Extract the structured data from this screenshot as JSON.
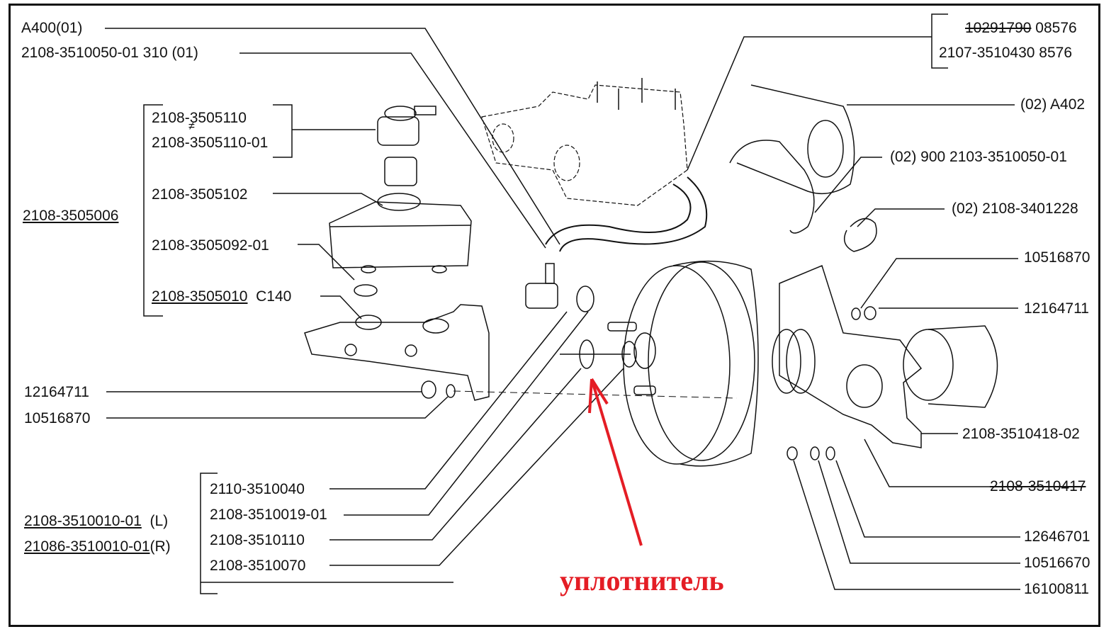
{
  "diagram": {
    "title": "Brake master cylinder and vacuum booster exploded view",
    "labels_left": [
      {
        "id": "a400",
        "text": "A400(01)"
      },
      {
        "id": "hose",
        "text": "2108-3510050-01  310 (01)"
      },
      {
        "id": "cap1",
        "text": "2108-3505110"
      },
      {
        "id": "cap2",
        "text": "2108-3505110-01"
      },
      {
        "id": "reservoir-group",
        "text": "2108-3505006"
      },
      {
        "id": "neck",
        "text": "2108-3505102"
      },
      {
        "id": "grommet",
        "text": "2108-3505092-01"
      },
      {
        "id": "master-cyl",
        "text": "2108-3505010",
        "suffix": "C140"
      },
      {
        "id": "nut-left",
        "text": "12164711"
      },
      {
        "id": "washer-left",
        "text": "10516870"
      },
      {
        "id": "booster-l",
        "text": "2108-3510010-01",
        "suffix": "(L)"
      },
      {
        "id": "booster-r",
        "text": "21086-3510010-01",
        "suffix": "(R)"
      },
      {
        "id": "p1",
        "text": "2110-3510040"
      },
      {
        "id": "p2",
        "text": "2108-3510019-01"
      },
      {
        "id": "p3",
        "text": "2108-3510110"
      },
      {
        "id": "p4",
        "text": "2108-3510070"
      }
    ],
    "labels_right": [
      {
        "id": "valve1",
        "text": "10291790",
        "suffix": "08576",
        "struck": true
      },
      {
        "id": "valve2",
        "text": "2107-3510430  8576"
      },
      {
        "id": "a402",
        "text": "(02) A402"
      },
      {
        "id": "hose2",
        "text": "(02) 900  2103-3510050-01"
      },
      {
        "id": "clamp",
        "text": "(02) 2108-3401228"
      },
      {
        "id": "washer-r",
        "text": "10516870"
      },
      {
        "id": "nut-r",
        "text": "12164711"
      },
      {
        "id": "bracket",
        "text": "2108-3510418-02"
      },
      {
        "id": "bracket2",
        "text": "2108-3510417",
        "struck": true
      },
      {
        "id": "w1",
        "text": "12646701"
      },
      {
        "id": "w2",
        "text": "10516670"
      },
      {
        "id": "w3",
        "text": "16100811"
      }
    ],
    "not_equal_mark": "≠",
    "annotation": {
      "text": "уплотнитель",
      "color": "#e41d25"
    }
  }
}
